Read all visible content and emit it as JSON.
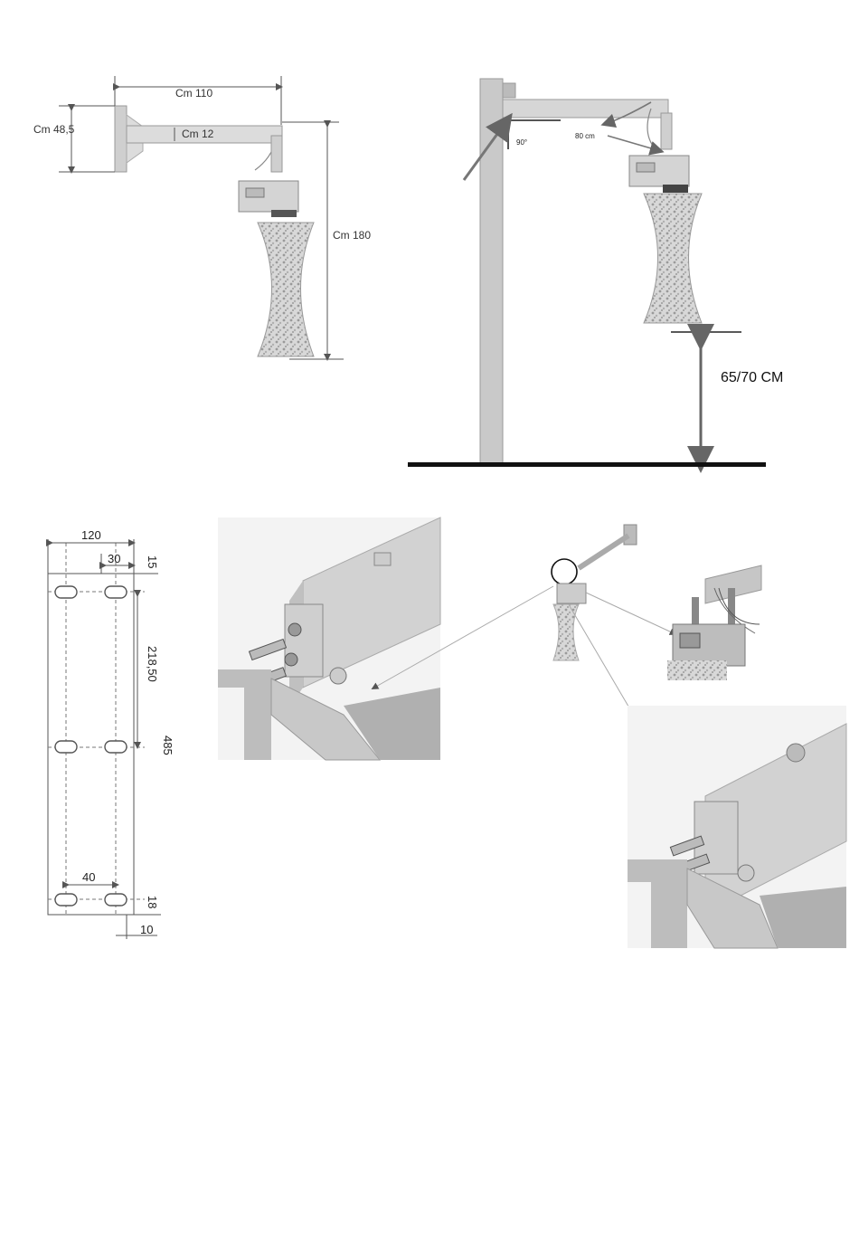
{
  "top_left": {
    "width_label": "Cm 110",
    "height_label": "Cm 48,5",
    "arm_label": "Cm 12",
    "drop_label": "Cm 180"
  },
  "top_right": {
    "angle_label": "90°",
    "distance_label": "80 cm",
    "floor_label": "65/70 CM"
  },
  "plate": {
    "width": "120",
    "hole_offset": "30",
    "top_margin": "15",
    "spacing": "218,50",
    "height": "485",
    "bottom_spacing": "40",
    "bottom_margin": "18",
    "edge": "10"
  }
}
